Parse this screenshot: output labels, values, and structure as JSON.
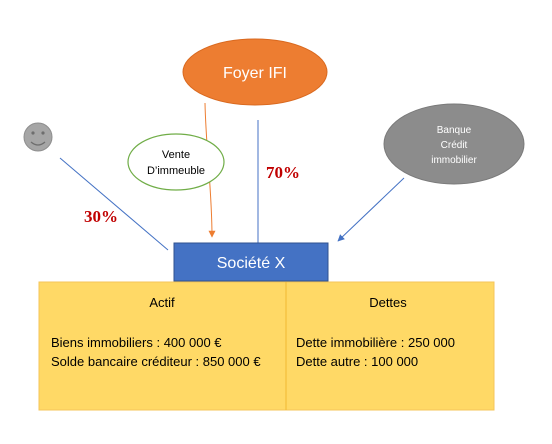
{
  "diagram": {
    "foyer": {
      "label": "Foyer IFI"
    },
    "vente": {
      "line1": "Vente",
      "line2": "D’immeuble"
    },
    "banque": {
      "line1": "Banque",
      "line2": "Crédit",
      "line3": "immobilier"
    },
    "societe": {
      "label": "Société X"
    },
    "percent_left": "30%",
    "percent_right": "70%",
    "actif": {
      "title": "Actif",
      "line1": "Biens immobiliers : 400 000 €",
      "line2": "Solde bancaire créditeur : 850 000 €"
    },
    "dettes": {
      "title": "Dettes",
      "line1": "Dette immobilière : 250 000",
      "line2": "Dette autre : 100 000"
    }
  },
  "colors": {
    "foyer_fill": "#ED7D31",
    "societe_fill": "#4472C4",
    "banque_fill": "#8C8C8C",
    "vente_border": "#70AD47",
    "balance_fill": "#FFD966",
    "percent_text": "#C00000",
    "connector_blue": "#4472C4",
    "arrow_orange": "#ED7D31",
    "smiley_fill": "#A6A6A6"
  },
  "icons": {
    "shareholder": "smiley-face-icon"
  }
}
